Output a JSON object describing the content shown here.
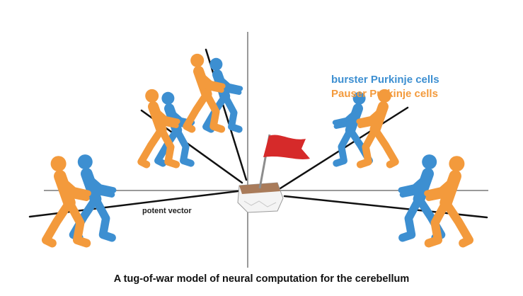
{
  "legend": {
    "burster_label": "burster Purkinje cells",
    "pauser_label": "Pauser Purkinje cells"
  },
  "annotation": {
    "potent_vector": "potent vector"
  },
  "caption": "A tug-of-war model of neural computation for the cerebellum",
  "colors": {
    "burster": "#3d8fd1",
    "pauser": "#f39a3c",
    "flag": "#d62a2a",
    "axis": "#9a9a9a",
    "rope": "#111111"
  },
  "icons": [
    "flag-icon",
    "rock-icon",
    "person-icon"
  ]
}
